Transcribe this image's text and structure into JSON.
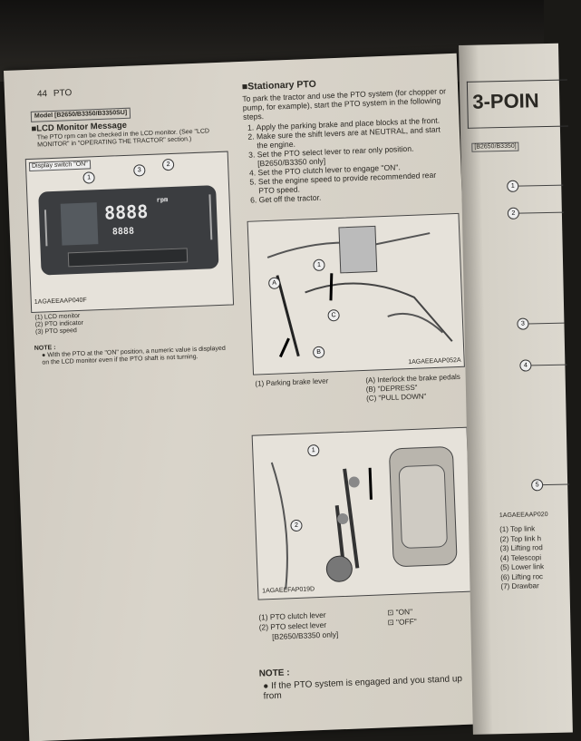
{
  "left_page": {
    "header_page": "44",
    "header_section": "PTO",
    "model_label": "Model [B2650/B3350/B3350SU]",
    "lcd_title": "LCD Monitor Message",
    "lcd_text": "The PTO rpm can be checked in the LCD monitor. (See \"LCD MONITOR\" in \"OPERATING THE TRACTOR\" section.)",
    "display_switch": "Display switch \"ON\"",
    "lcd_digits_main": "8888",
    "lcd_digits_sub": "8888",
    "lcd_unit": "rpm",
    "fig1_code": "1AGAEEAAP040F",
    "fig1_legend": [
      "(1) LCD monitor",
      "(2) PTO indicator",
      "(3) PTO speed"
    ],
    "note_label": "NOTE :",
    "note_text": "With the PTO at the \"ON\" position, a numeric value is displayed on the LCD monitor even if the PTO shaft is not turning.",
    "stationary_title": "Stationary PTO",
    "stationary_intro": "To park the tractor and use the PTO system (for chopper or pump, for example), start the PTO system in the following steps.",
    "steps": [
      "Apply the parking brake and place blocks at the front.",
      "Make sure the shift levers are at NEUTRAL, and start the engine.",
      "Set the PTO select lever to rear only position. [B2650/B3350 only]",
      "Set the PTO clutch lever to engage \"ON\".",
      "Set the engine speed to provide recommended rear PTO speed.",
      "Get off the tractor."
    ],
    "fig2_code": "1AGAEEAAP052A",
    "fig2_legend_left": "(1) Parking brake lever",
    "fig2_legend_right": [
      "(A) Interlock the brake pedals",
      "(B) \"DEPRESS\"",
      "(C) \"PULL DOWN\""
    ],
    "fig3_code": "1AGAEEFAP019D",
    "fig3_legend_left": [
      "(1) PTO clutch lever",
      "(2) PTO select lever",
      "[B2650/B3350 only]"
    ],
    "fig3_legend_right": [
      "\"ON\"",
      "\"OFF\""
    ],
    "note2_label": "NOTE :",
    "note2_text": "If the PTO system is engaged and you stand up from"
  },
  "right_page": {
    "title": "3-POIN",
    "model_label": "[B2650/B3350]",
    "callouts": [
      "1",
      "2",
      "3",
      "4",
      "5"
    ],
    "fig_code": "1AGAEEAAP020",
    "legend": [
      "(1) Top link",
      "(2) Top link h",
      "(3) Lifting rod",
      "(4) Telescopi",
      "(5) Lower link",
      "(6) Lifting roc",
      "(7) Drawbar"
    ]
  },
  "colors": {
    "paper": "#d6d1c7",
    "ink": "#2a2823",
    "lcd": "#3b3d40"
  }
}
